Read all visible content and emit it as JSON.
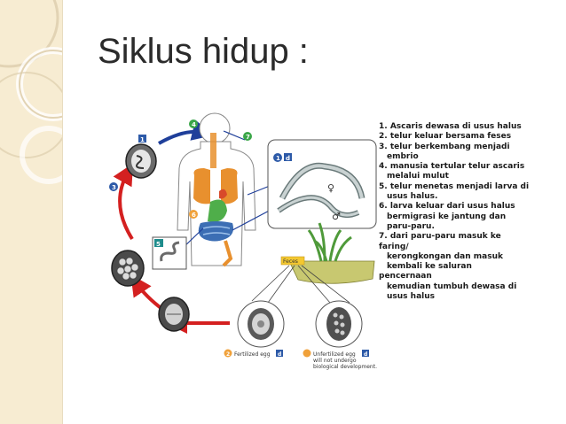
{
  "slide": {
    "title": "Siklus hidup :"
  },
  "diagram": {
    "step_badges": [
      "1",
      "2",
      "3",
      "4",
      "5",
      "6",
      "7"
    ],
    "letter_badge": "d",
    "feces_label": "Feces",
    "female_symbol": "♀",
    "male_symbol": "♂",
    "fertilized_caption": "Fertilized egg",
    "unfertilized_caption_lines": [
      "Unfertilized egg",
      "will not undergo",
      "biological development."
    ]
  },
  "legend": {
    "lines": [
      {
        "text": "1. Ascaris dewasa di usus halus",
        "indent": false
      },
      {
        "text": "2. telur keluar bersama feses",
        "indent": false
      },
      {
        "text": "3. telur berkembang menjadi",
        "indent": false
      },
      {
        "text": "embrio",
        "indent": true
      },
      {
        "text": "4. manusia tertular telur ascaris",
        "indent": false
      },
      {
        "text": "melalui mulut",
        "indent": true
      },
      {
        "text": "5. telur menetas menjadi larva di",
        "indent": false
      },
      {
        "text": "usus halus.",
        "indent": true
      },
      {
        "text": "6. larva keluar dari usus halus",
        "indent": false
      },
      {
        "text": "bermigrasi ke jantung dan",
        "indent": true
      },
      {
        "text": "paru-paru.",
        "indent": true
      },
      {
        "text": "7. dari paru-paru masuk ke",
        "indent": false
      },
      {
        "text": "faring/",
        "indent": false
      },
      {
        "text": "kerongkongan dan masuk",
        "indent": true
      },
      {
        "text": "kembali ke saluran",
        "indent": true
      },
      {
        "text": "pencernaan",
        "indent": false
      },
      {
        "text": "kemudian tumbuh dewasa di",
        "indent": true
      },
      {
        "text": "usus halus",
        "indent": true
      }
    ]
  },
  "colors": {
    "sidebar_bg": "#f7ecd2",
    "arrow_blue": "#1f3f9a",
    "arrow_red": "#d42020",
    "badge_blue": "#2d5aa8",
    "badge_green": "#3aa648",
    "badge_orange": "#f0a13a",
    "badge_teal": "#1e8c8c",
    "lung_orange": "#e8902e",
    "intestine_blue": "#3c6eb4",
    "stomach_green": "#4fae4a"
  }
}
